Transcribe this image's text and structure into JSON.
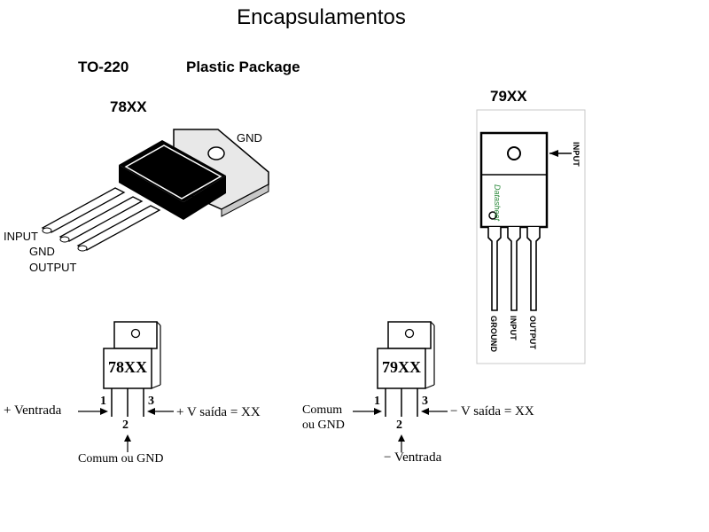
{
  "title": "Encapsulamentos",
  "package": {
    "name": "TO-220",
    "type": "Plastic Package"
  },
  "part78": "78XX",
  "part79": "79XX",
  "to220_3d": {
    "tab_label": "GND",
    "pin_labels": [
      "INPUT",
      "GND",
      "OUTPUT"
    ]
  },
  "photo79": {
    "side_label": "INPUT",
    "watermark": "Datasheet",
    "pin_labels": [
      "GROUND",
      "INPUT",
      "OUTPUT"
    ]
  },
  "schem78": {
    "label": "78XX",
    "pins": [
      "1",
      "2",
      "3"
    ],
    "left": "+ Ventrada",
    "right": "+ V saída = XX",
    "bottom": "Comum ou GND"
  },
  "schem79": {
    "label": "79XX",
    "pins": [
      "1",
      "2",
      "3"
    ],
    "left_line1": "Comum",
    "left_line2": "ou GND",
    "right": "− V saída = XX",
    "bottom": "− Ventrada"
  }
}
